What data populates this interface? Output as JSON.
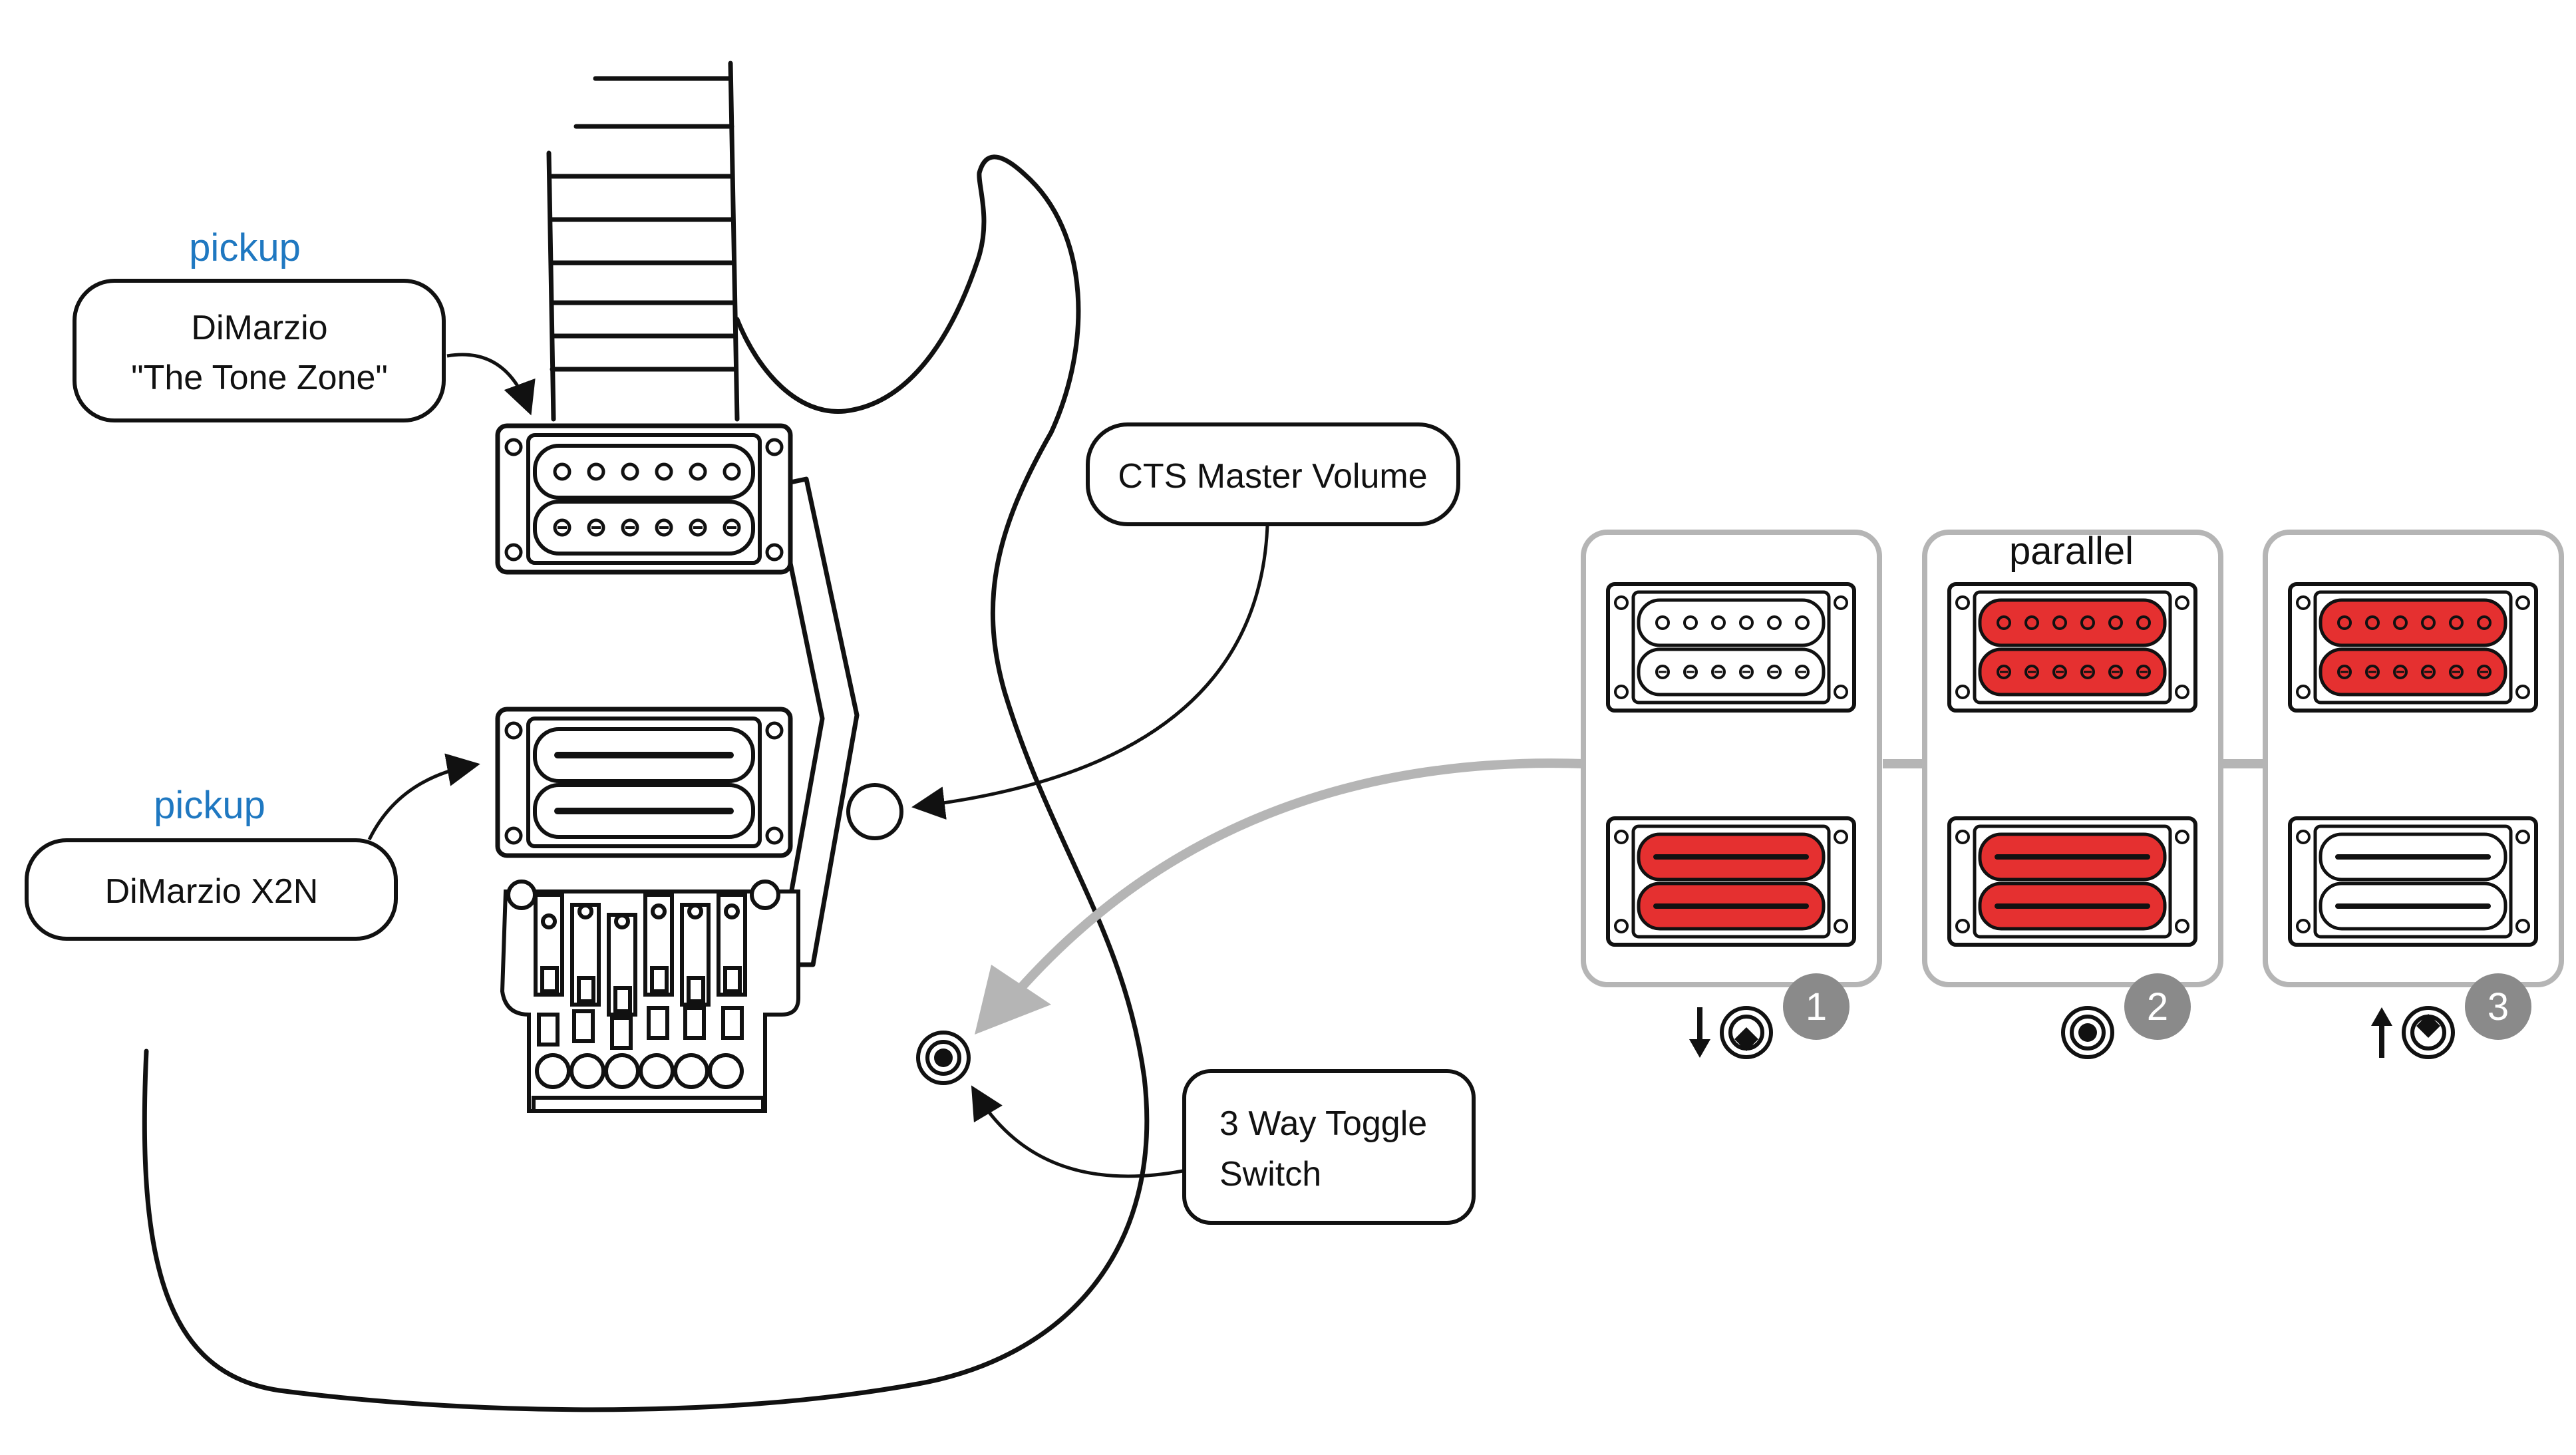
{
  "colors": {
    "accent_blue": "#1f78c1",
    "active_red": "#e53030",
    "panel_gray": "#b5b5b5",
    "badge_gray": "#8a8a8a",
    "ink": "#111111"
  },
  "callouts": {
    "neck_pickup": {
      "tag": "pickup",
      "line1": "DiMarzio",
      "line2": "\"The Tone Zone\""
    },
    "bridge_pickup": {
      "tag": "pickup",
      "line1": "DiMarzio X2N"
    },
    "volume": {
      "line1": "CTS Master Volume"
    },
    "toggle": {
      "line1": "3 Way Toggle",
      "line2": "Switch"
    }
  },
  "positions": [
    {
      "number": "1",
      "label": "",
      "neck_active": false,
      "bridge_active": true,
      "lever": "down",
      "lever_icon": "arrow-down-icon"
    },
    {
      "number": "2",
      "label": "parallel",
      "neck_active": true,
      "bridge_active": true,
      "lever": "center",
      "lever_icon": ""
    },
    {
      "number": "3",
      "label": "",
      "neck_active": true,
      "bridge_active": false,
      "lever": "up",
      "lever_icon": "arrow-up-icon"
    }
  ]
}
